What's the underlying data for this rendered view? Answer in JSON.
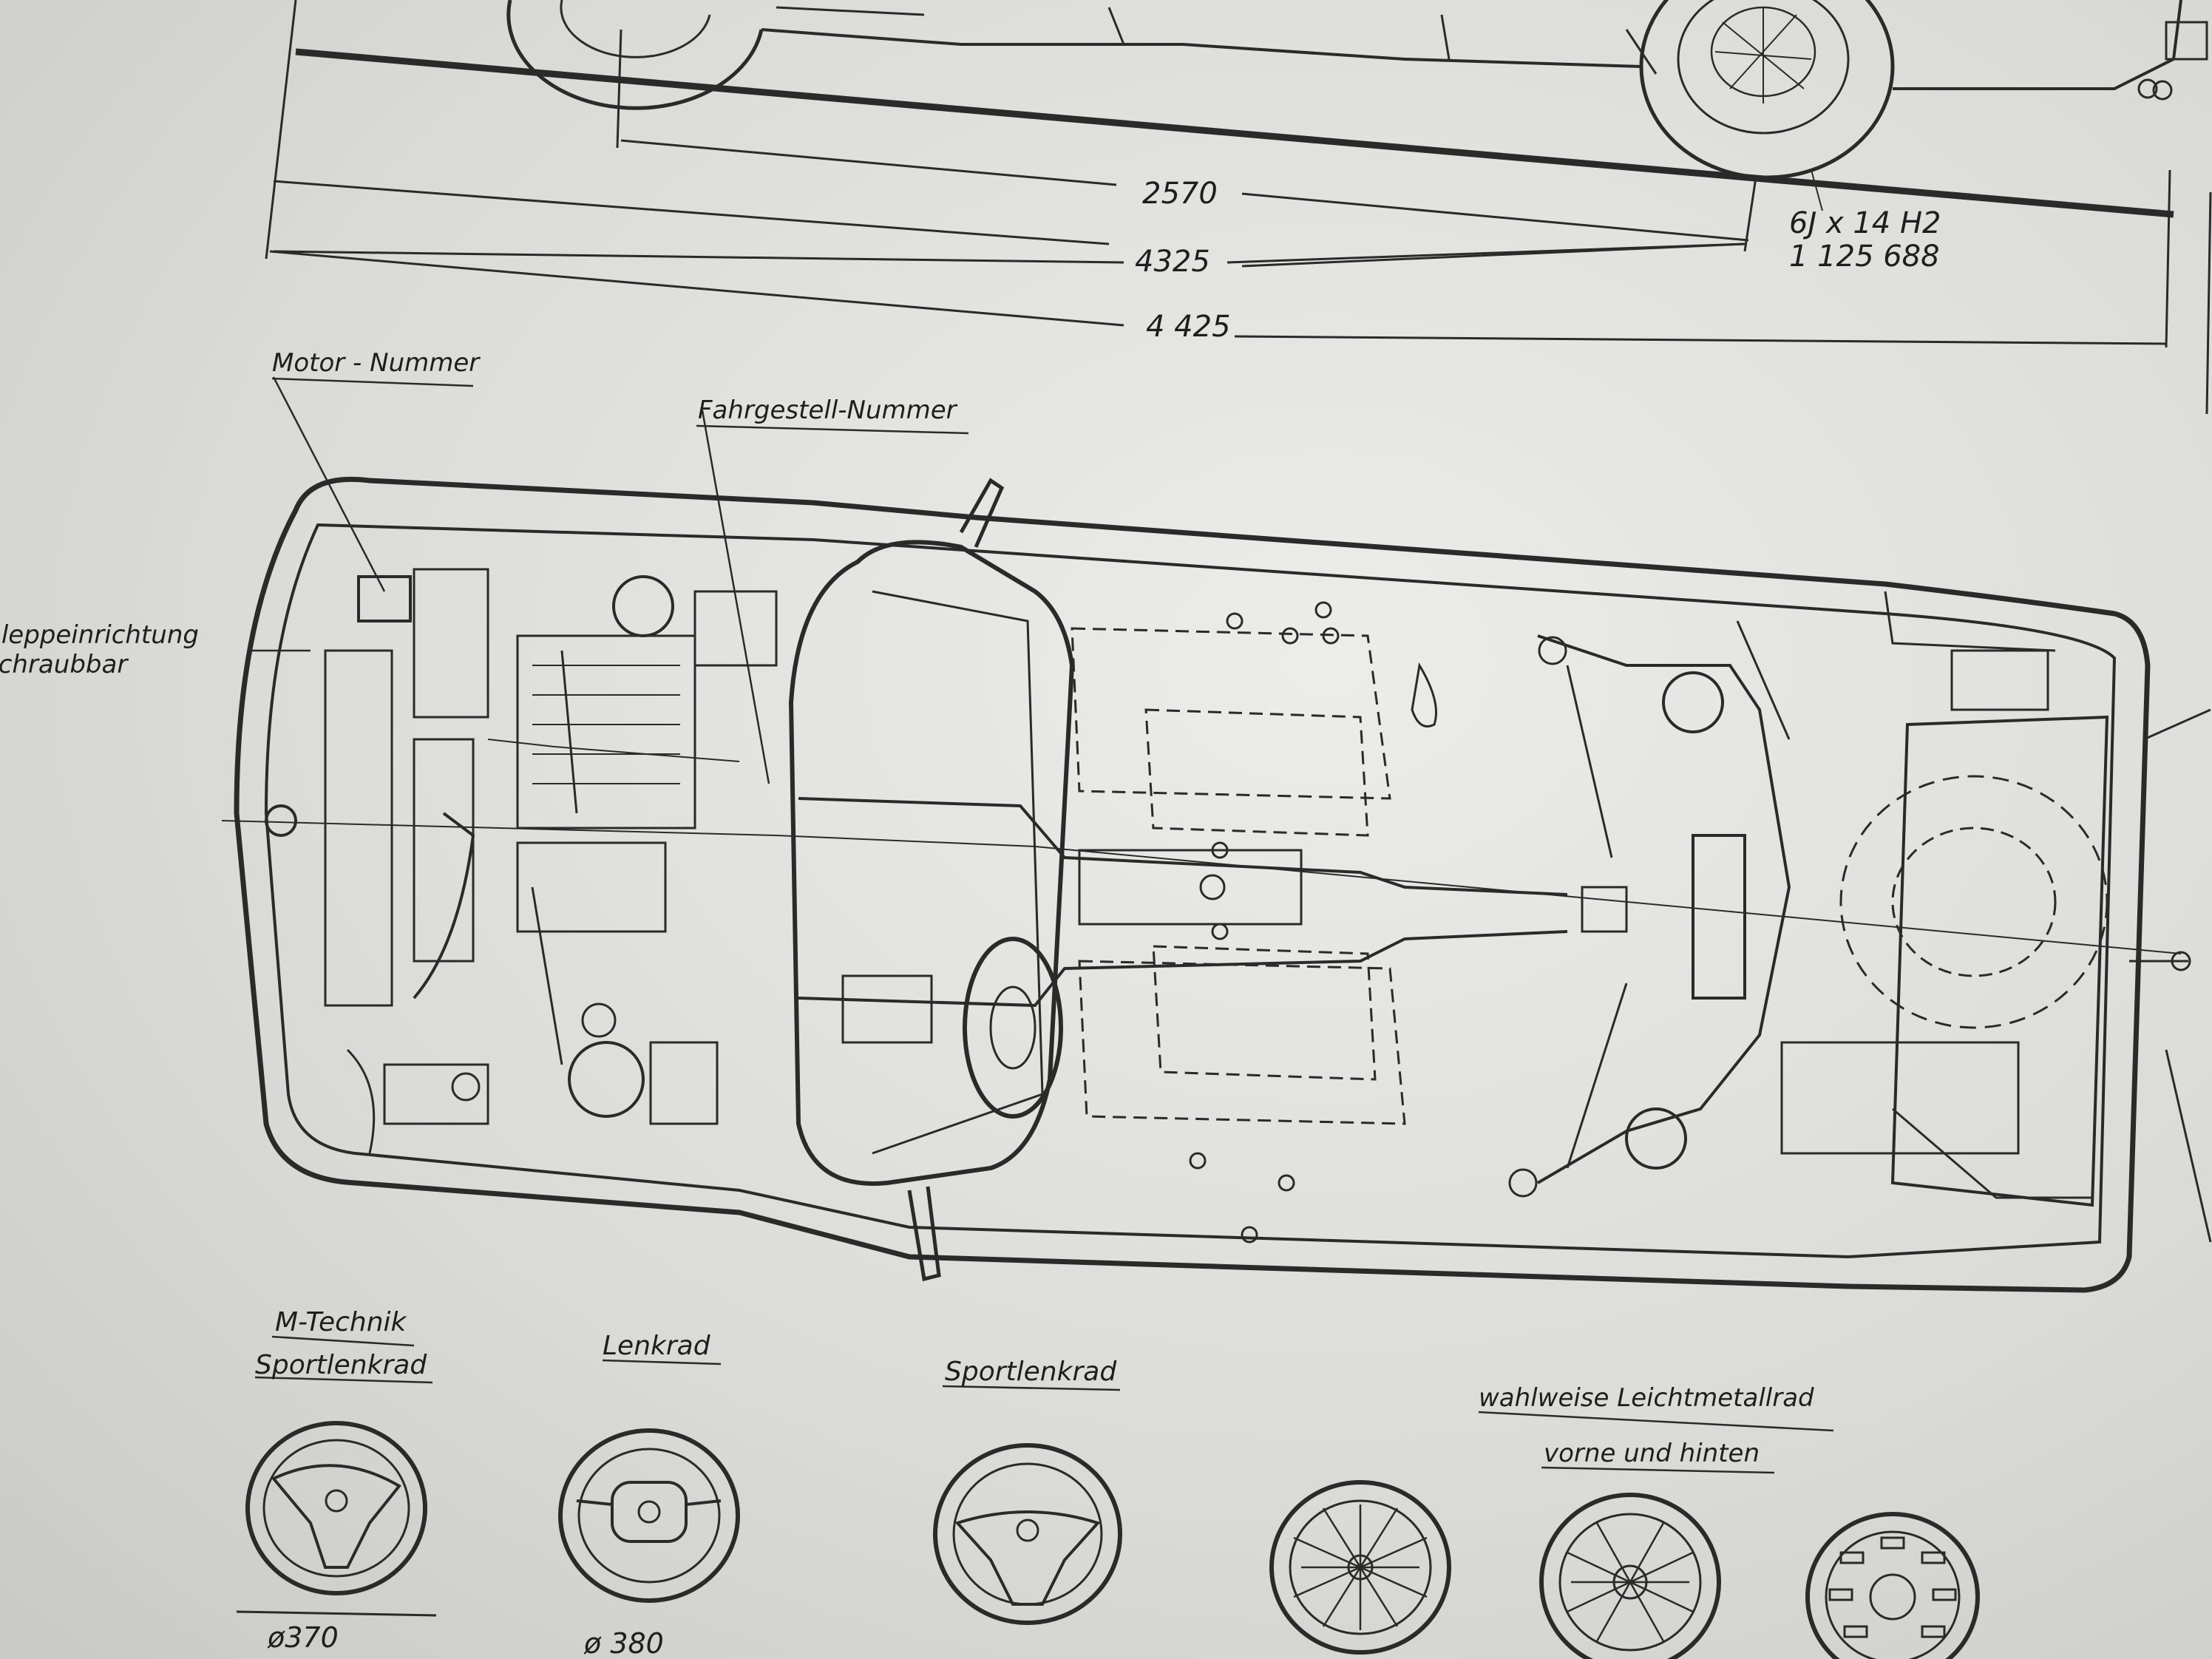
{
  "dimensions": {
    "wheelbase": "2570",
    "length_a": "4325",
    "length_b": "4 425",
    "rim_spec": "6J x 14 H2",
    "rim_part": "1 125 688"
  },
  "labels": {
    "engine_number": "Motor - Nummer",
    "chassis_number": "Fahrgestell-Nummer",
    "tow_line1": "Schleppeinrichtung",
    "tow_line2": "schraubbar"
  },
  "steering_wheels": [
    {
      "title_line1": "M-Technik",
      "title_line2": "Sportlenkrad",
      "diameter": "ø370"
    },
    {
      "title_line1": "",
      "title_line2": "Lenkrad",
      "diameter": "ø 380"
    },
    {
      "title_line1": "",
      "title_line2": "Sportlenkrad",
      "diameter": ""
    }
  ],
  "alloy_wheels": {
    "title_line1": "wahlweise  Leichtmetallrad",
    "title_line2": "vorne und hinten"
  }
}
